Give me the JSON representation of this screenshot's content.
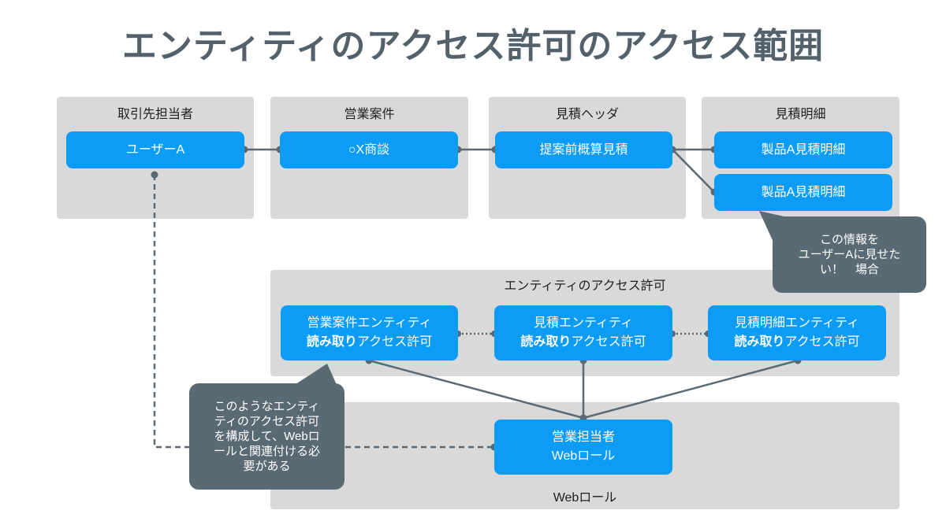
{
  "title": "エンティティのアクセス許可のアクセス範囲",
  "top_panels": [
    {
      "label": "取引先担当者",
      "boxes": [
        "ユーザーA"
      ]
    },
    {
      "label": "営業案件",
      "boxes": [
        "○X商談"
      ]
    },
    {
      "label": "見積ヘッダ",
      "boxes": [
        "提案前概算見積"
      ]
    },
    {
      "label": "見積明細",
      "boxes": [
        "製品A見積明細",
        "製品A見積明細"
      ]
    }
  ],
  "permissions_panel": {
    "label": "エンティティのアクセス許可",
    "boxes": [
      {
        "line1": "営業案件エンティティ",
        "bold": "読み取り",
        "rest": "アクセス許可"
      },
      {
        "line1": "見積エンティティ",
        "bold": "読み取り",
        "rest": "アクセス許可"
      },
      {
        "line1": "見積明細エンティティ",
        "bold": "読み取り",
        "rest": "アクセス許可"
      }
    ]
  },
  "webrole_panel": {
    "label": "Webロール",
    "box": {
      "line1": "営業担当者",
      "line2": "Webロール"
    }
  },
  "callouts": [
    {
      "lines": [
        "この情報を",
        "ユーザーAに見せた",
        "い！　場合"
      ]
    },
    {
      "lines": [
        "このようなエンティ",
        "ティのアクセス許可",
        "を構成して、Webロ",
        "ールと関連付ける必",
        "要がある"
      ]
    }
  ],
  "colors": {
    "title": "#53616b",
    "panel": "#d9d9d9",
    "box": "#0d9cf5",
    "connector": "#5a6a74",
    "callout": "#5a6a74"
  }
}
